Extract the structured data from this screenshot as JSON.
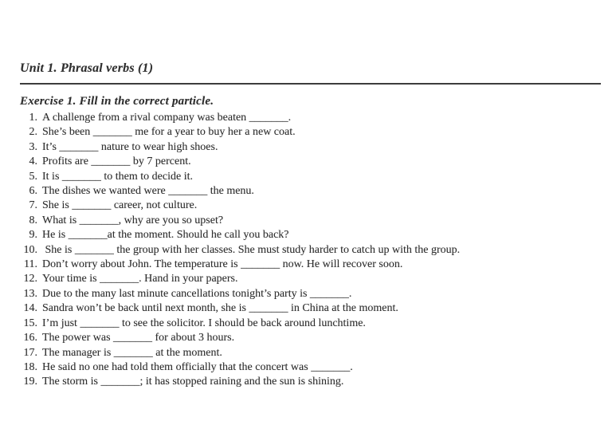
{
  "page": {
    "unit_title": "Unit 1. Phrasal verbs (1)",
    "exercise_heading": "Exercise 1. Fill in the correct particle."
  },
  "exercise": {
    "items": [
      {
        "num": "1.",
        "text": "A challenge from a rival company was beaten _______."
      },
      {
        "num": "2.",
        "text": "She’s been _______ me for a year to buy her a new coat."
      },
      {
        "num": "3.",
        "text": "It’s _______ nature to wear high shoes."
      },
      {
        "num": "4.",
        "text": "Profits are _______ by 7 percent."
      },
      {
        "num": "5.",
        "text": "It is _______ to them to decide it."
      },
      {
        "num": "6.",
        "text": "The dishes we wanted were _______ the menu."
      },
      {
        "num": "7.",
        "text": "She is _______ career, not culture."
      },
      {
        "num": "8.",
        "text": "What is _______, why are you so upset?"
      },
      {
        "num": "9.",
        "text": "He is _______at the moment. Should he call you back?"
      },
      {
        "num": "10.",
        "text": " She is _______ the group with her classes. She must study harder to catch up with the group."
      },
      {
        "num": "11.",
        "text": "Don’t worry about John. The temperature is _______ now. He will recover soon."
      },
      {
        "num": "12.",
        "text": "Your time is _______. Hand in your papers."
      },
      {
        "num": "13.",
        "text": "Due to the many last minute cancellations tonight’s party is _______."
      },
      {
        "num": "14.",
        "text": "Sandra won’t be back until next month, she is _______ in China at the moment."
      },
      {
        "num": "15.",
        "text": "I’m just _______ to see the solicitor. I should be back around lunchtime."
      },
      {
        "num": "16.",
        "text": "The power was _______ for about 3 hours."
      },
      {
        "num": "17.",
        "text": "The manager is _______ at the moment."
      },
      {
        "num": "18.",
        "text": "He said no one had told them officially that the concert was _______."
      },
      {
        "num": "19.",
        "text": "The storm is _______; it has stopped raining and the sun is shining."
      }
    ]
  },
  "colors": {
    "text": "#2f2f2f",
    "rule": "#3d3d3d",
    "background": "#ffffff"
  }
}
